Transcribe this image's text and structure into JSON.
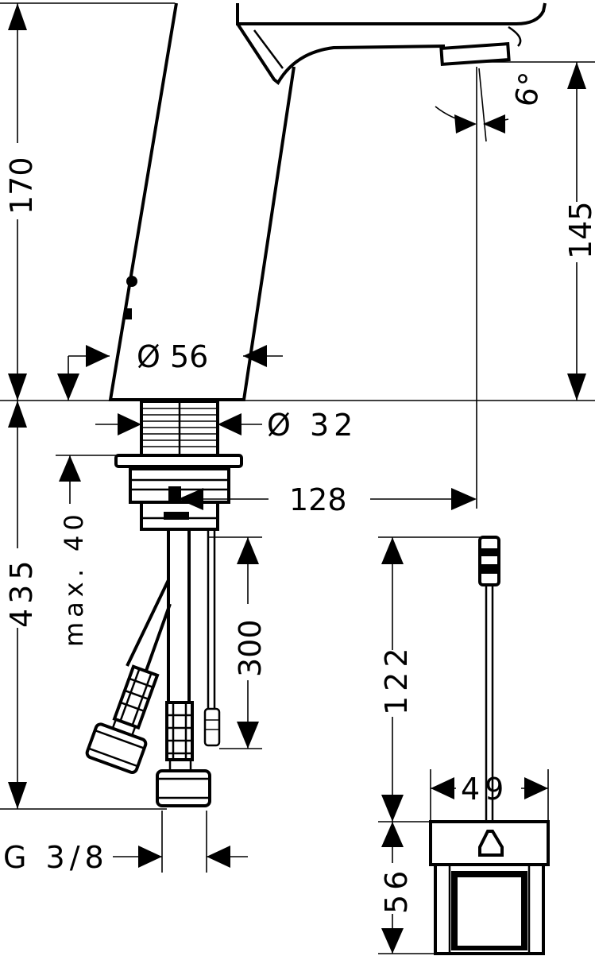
{
  "dimensions": {
    "height_total": "170",
    "height_spout": "145",
    "spout_angle": "6°",
    "body_diameter": "Ø 56",
    "shank_diameter": "Ø 32",
    "projection": "128",
    "max_thickness": "max. 40",
    "under_length": "435",
    "cable_length": "300",
    "box_height": "122",
    "box_width": "49",
    "box_depth": "56",
    "connection": "G 3/8"
  },
  "colors": {
    "line": "#000000",
    "background": "#ffffff"
  }
}
